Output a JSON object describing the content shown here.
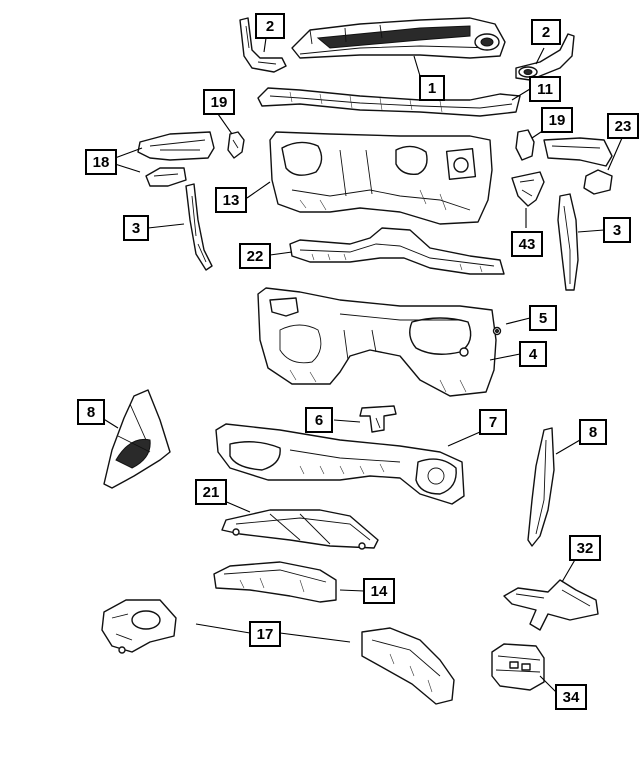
{
  "diagram": {
    "callouts": [
      {
        "id": "c2a",
        "label": "2"
      },
      {
        "id": "c1",
        "label": "1"
      },
      {
        "id": "c2b",
        "label": "2"
      },
      {
        "id": "c19a",
        "label": "19"
      },
      {
        "id": "c11",
        "label": "11"
      },
      {
        "id": "c19b",
        "label": "19"
      },
      {
        "id": "c23",
        "label": "23"
      },
      {
        "id": "c18",
        "label": "18"
      },
      {
        "id": "c13",
        "label": "13"
      },
      {
        "id": "c3a",
        "label": "3"
      },
      {
        "id": "c43",
        "label": "43"
      },
      {
        "id": "c3b",
        "label": "3"
      },
      {
        "id": "c22",
        "label": "22"
      },
      {
        "id": "c5",
        "label": "5"
      },
      {
        "id": "c4",
        "label": "4"
      },
      {
        "id": "c8a",
        "label": "8"
      },
      {
        "id": "c6",
        "label": "6"
      },
      {
        "id": "c7",
        "label": "7"
      },
      {
        "id": "c8b",
        "label": "8"
      },
      {
        "id": "c21",
        "label": "21"
      },
      {
        "id": "c32",
        "label": "32"
      },
      {
        "id": "c14",
        "label": "14"
      },
      {
        "id": "c17",
        "label": "17"
      },
      {
        "id": "c34",
        "label": "34"
      }
    ]
  }
}
